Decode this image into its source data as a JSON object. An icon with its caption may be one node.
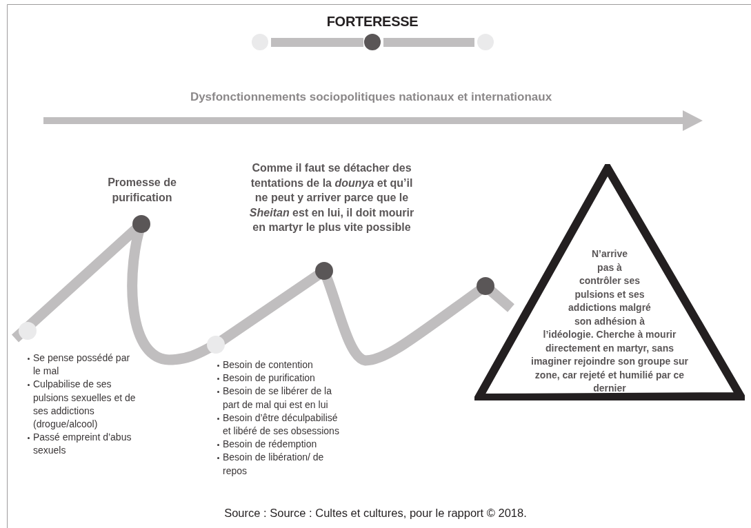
{
  "diagram": {
    "title": "FORTERESSE",
    "caption": "Source : Source : Cultes et cultures, pour le rapport © 2018.",
    "nodes": [
      {
        "text": [
          "N’arrive pas à contrôler ses pulsions et ses addictions malgré son adhésion à l’idéologie. Cherche à mourir directement en martyr, sans imaginer rejoindre son groupe sur zone, car rejeté et humilié par ce dernier"
        ]
      }
    ],
    "labels": [
      "Dysfonctionnements sociopolitiques nationaux et internationaux",
      "Promesse de purification",
      "Comme il faut se détacher des tentations de la *dounya* et qu’il ne peut y arriver parce que le *Sheitan* est en lui, il doit mourir en martyr le plus vite possible",
      "Se pense possédé par le mal",
      "Culpabilise de ses pulsions sexuelles et de ses addictions (drogue/alcool)",
      "Passé empreint d’abus sexuels",
      "Besoin de contention",
      "Besoin de purification",
      "Besoin de se libérer de la part de mal qui est en lui",
      "Besoin d’être déculpabilisé et libéré de ses obsessions",
      "Besoin de rédemption",
      "Besoin de libération/ de repos"
    ]
  }
}
